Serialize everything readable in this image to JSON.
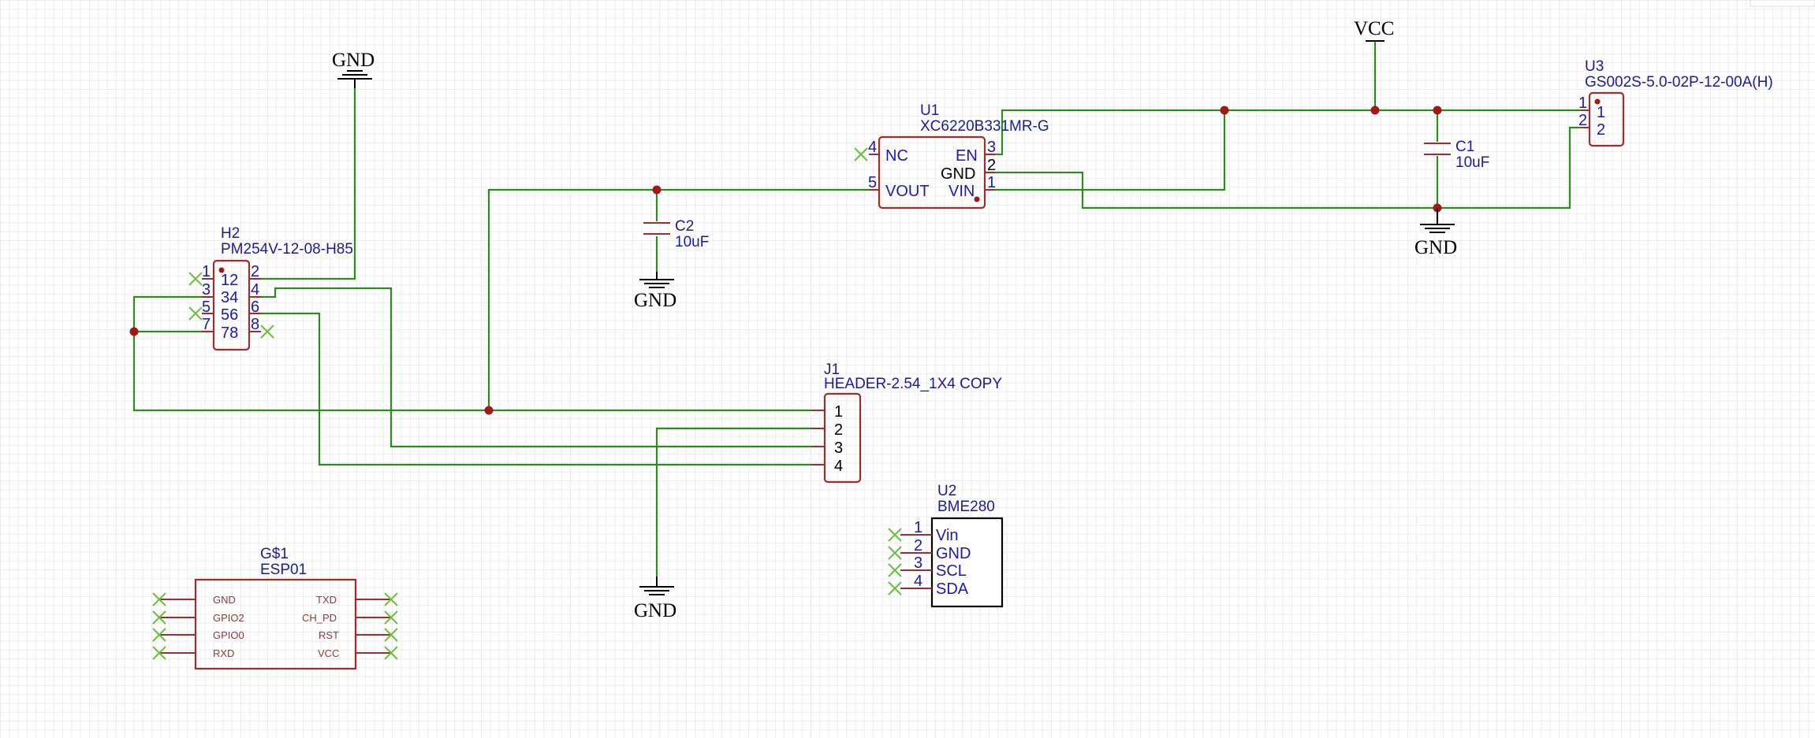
{
  "power": {
    "gnd_label": "GND",
    "vcc_label": "VCC"
  },
  "h2": {
    "ref": "H2",
    "part": "PM254V-12-08-H85",
    "pins_left": [
      "1",
      "3",
      "5",
      "7"
    ],
    "pins_right": [
      "2",
      "4",
      "6",
      "8"
    ],
    "inner": [
      "12",
      "34",
      "56",
      "78"
    ]
  },
  "u1": {
    "ref": "U1",
    "part": "XC6220B331MR-G",
    "left": [
      {
        "num": "4",
        "name": "NC"
      },
      {
        "num": "5",
        "name": "VOUT"
      }
    ],
    "right": [
      {
        "num": "3",
        "name": "EN"
      },
      {
        "num": "2",
        "name": "GND"
      },
      {
        "num": "1",
        "name": "VIN"
      }
    ]
  },
  "c1": {
    "ref": "C1",
    "value": "10uF"
  },
  "c2": {
    "ref": "C2",
    "value": "10uF"
  },
  "u3": {
    "ref": "U3",
    "part": "GS002S-5.0-02P-12-00A(H)",
    "pins": [
      "1",
      "2"
    ],
    "inner": [
      "1",
      "2"
    ]
  },
  "j1": {
    "ref": "J1",
    "part": "HEADER-2.54_1X4 COPY",
    "pins": [
      "1",
      "2",
      "3",
      "4"
    ]
  },
  "u2": {
    "ref": "U2",
    "part": "BME280",
    "pins": [
      {
        "num": "1",
        "name": "Vin"
      },
      {
        "num": "2",
        "name": "GND"
      },
      {
        "num": "3",
        "name": "SCL"
      },
      {
        "num": "4",
        "name": "SDA"
      }
    ]
  },
  "gs1": {
    "ref": "G$1",
    "part": "ESP01",
    "left": [
      "GND",
      "GPIO2",
      "GPIO0",
      "RXD"
    ],
    "right": [
      "TXD",
      "CH_PD",
      "RST",
      "VCC"
    ]
  }
}
